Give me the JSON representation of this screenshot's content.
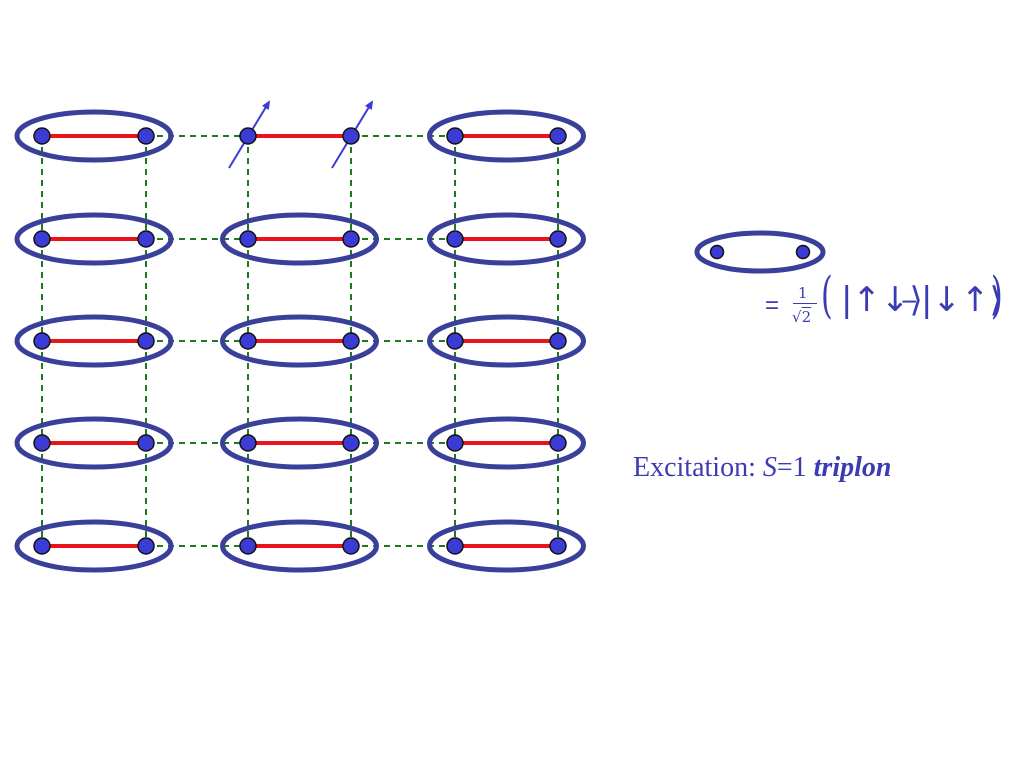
{
  "colors": {
    "dimer_ellipse": "#3a3f9a",
    "spin_site": "#3b3bd6",
    "singlet_bond": "#e8141a",
    "interdimer_bond": "#1f7a1f",
    "spin_arrow": "#3b3bd6",
    "text": "#3b3bb3"
  },
  "lattice": {
    "columns": 3,
    "rows": 5,
    "excited_dimer": {
      "row": 0,
      "column": 1,
      "spin": "up"
    }
  },
  "legend": {
    "dimer_icon": "singlet-dimer",
    "equals": "=",
    "prefactor_numerator": "1",
    "prefactor_radical": "√",
    "prefactor_radicand": "2",
    "left_paren": "(",
    "ket1_state": "↑↓",
    "minus": "−",
    "ket2_state": "↓↑",
    "right_paren": ")"
  },
  "caption": {
    "prefix": "Excitation: ",
    "symbol": "S",
    "value": "=1 ",
    "emphasis": "triplon"
  }
}
